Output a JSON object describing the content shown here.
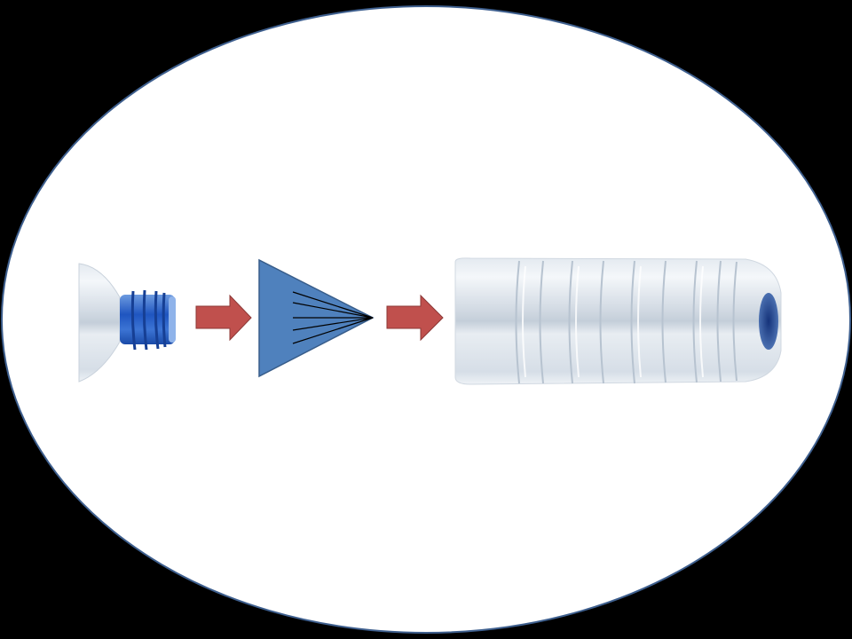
{
  "diagram": {
    "elements": [
      {
        "id": "bottle-neck",
        "icon": "bottle-neck-image"
      },
      {
        "id": "arrow-1",
        "icon": "arrow-right-icon"
      },
      {
        "id": "funnel",
        "icon": "triangle-funnel-icon"
      },
      {
        "id": "arrow-2",
        "icon": "arrow-right-icon"
      },
      {
        "id": "bottle-body",
        "icon": "bottle-image"
      }
    ],
    "colors": {
      "background": "#000000",
      "ellipse_fill": "#ffffff",
      "ellipse_stroke": "#3e5f8e",
      "arrow_fill": "#c0504d",
      "arrow_stroke": "#8c3836",
      "funnel_fill": "#4f81bd",
      "funnel_stroke": "#385d8a",
      "bottle_cap_blue": "#2a63c8"
    }
  }
}
